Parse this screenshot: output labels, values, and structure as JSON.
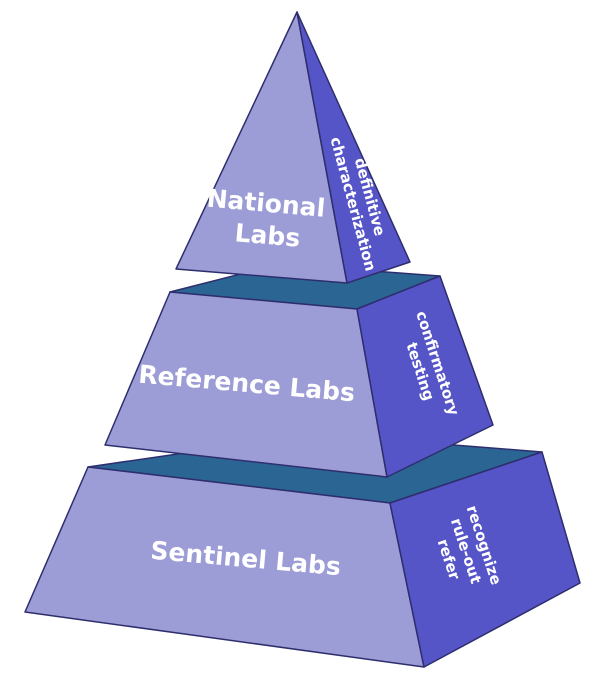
{
  "diagram": {
    "colors": {
      "front_face": "#9C9CD6",
      "side_face": "#5555C8",
      "top_face": "#2B6594",
      "edge": "#2E2E6E",
      "label": "#FFFFFF"
    },
    "tiers": [
      {
        "id": "national",
        "front_lines": [
          "National",
          "Labs"
        ],
        "side_lines": [
          "definitive",
          "characterization"
        ]
      },
      {
        "id": "reference",
        "front_lines": [
          "Reference Labs"
        ],
        "side_lines": [
          "confirmatory",
          "testing"
        ]
      },
      {
        "id": "sentinel",
        "front_lines": [
          "Sentinel  Labs"
        ],
        "side_lines": [
          "recognize",
          "rule-out",
          "refer"
        ]
      }
    ]
  }
}
